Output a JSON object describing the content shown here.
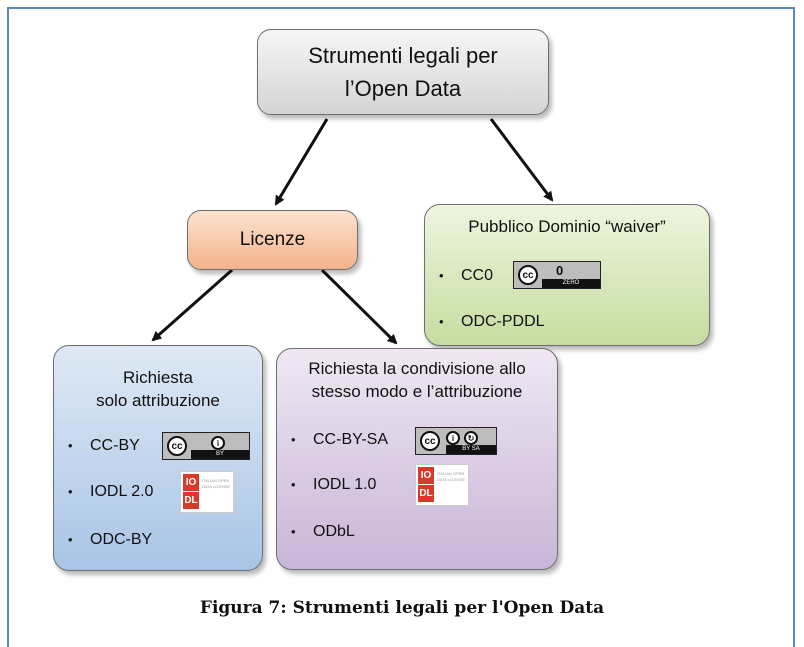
{
  "root": {
    "line1": "Strumenti legali per",
    "line2": "l’Open Data"
  },
  "licenze": {
    "label": "Licenze"
  },
  "public_domain": {
    "title": "Pubblico Dominio “waiver”",
    "items": [
      "CC0",
      "ODC-PDDL"
    ],
    "cc0_badge": {
      "cc": "cc",
      "symbol": "0",
      "band": "ZERO"
    }
  },
  "attribution_only": {
    "title_line1": "Richiesta",
    "title_line2": "solo attribuzione",
    "items": [
      "CC-BY",
      "IODL 2.0",
      "ODC-BY"
    ],
    "ccby_badge": {
      "cc": "cc",
      "band": "BY"
    }
  },
  "share_alike": {
    "title_line1": "Richiesta la condivisione allo",
    "title_line2": "stesso modo e l’attribuzione",
    "items": [
      "CC-BY-SA",
      "IODL 1.0",
      "ODbL"
    ],
    "ccbysa_badge": {
      "cc": "cc",
      "band": "BY SA"
    }
  },
  "iodl_logo": {
    "top": "IO",
    "bottom": "DL",
    "text": "ITALIAN OPEN DATA LICENSE"
  },
  "bullet": "•",
  "caption": "Figura 7: Strumenti legali per l'Open Data"
}
